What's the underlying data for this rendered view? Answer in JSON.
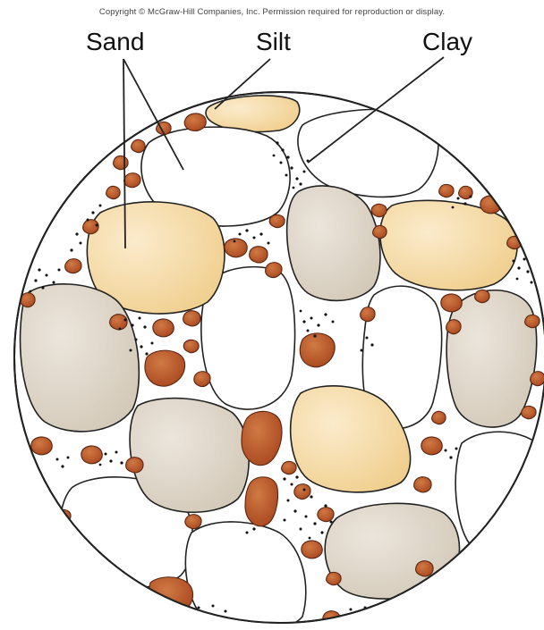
{
  "copyright": "Copyright © McGraw-Hill Companies, Inc. Permission required for reproduction or display.",
  "labels": {
    "sand": "Sand",
    "silt": "Silt",
    "clay": "Clay"
  },
  "colors": {
    "sand_light": "#f3d7a1",
    "sand_white": "#ffffff",
    "sand_grey": "#dcd4c6",
    "silt": "#b85a2e",
    "clay": "#111111",
    "outline": "#222222"
  }
}
